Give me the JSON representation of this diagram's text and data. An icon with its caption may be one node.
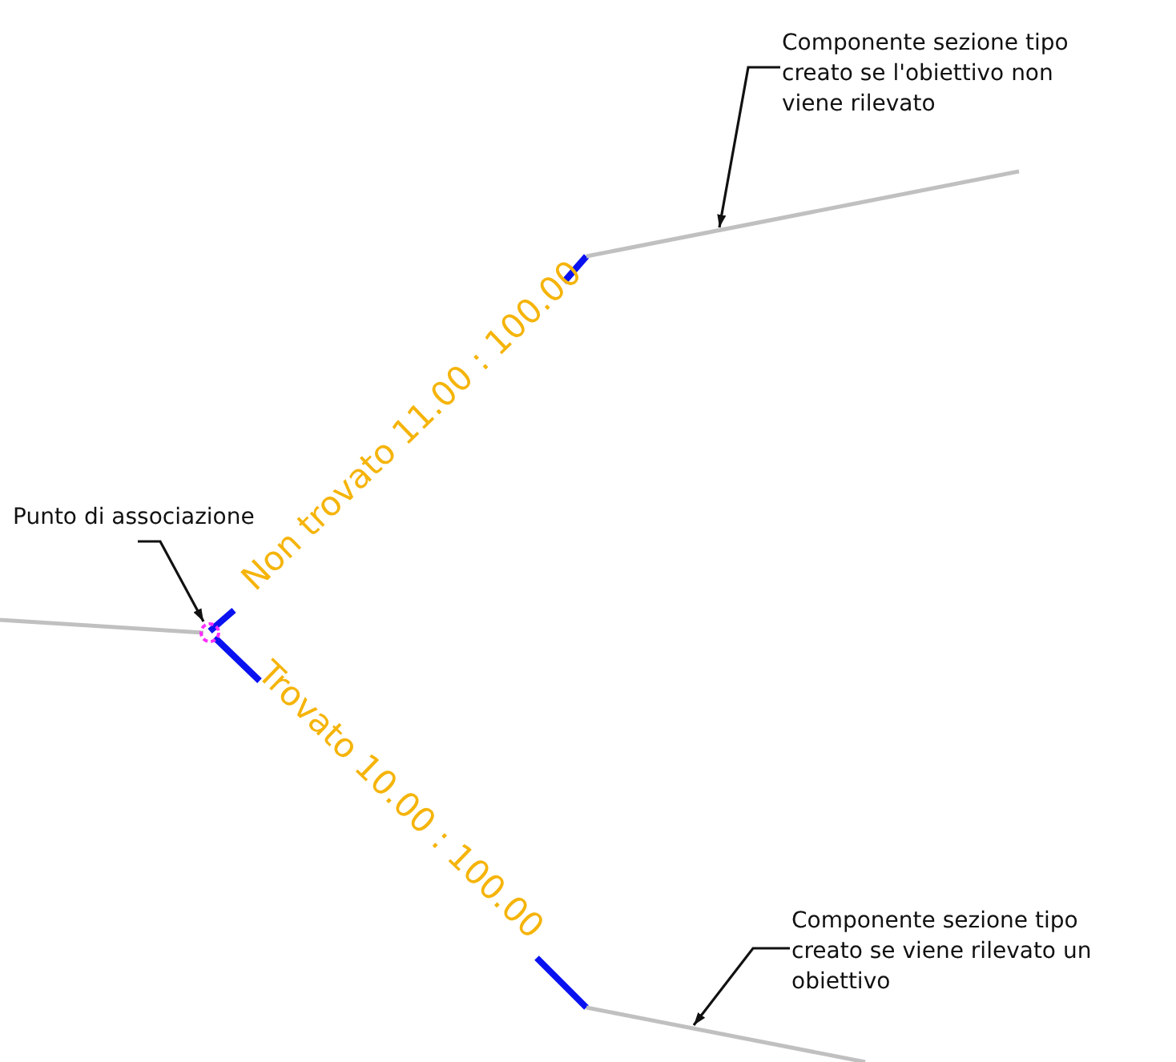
{
  "diagram": {
    "nodes": [
      {
        "text": [
          "Componente sezione tipo creato se l'obiettivo non viene rilevato"
        ]
      },
      {
        "text": [],
        "shape": "line"
      },
      {
        "text": [
          "Punto di associazione"
        ]
      },
      {
        "text": [],
        "shape": "circle"
      },
      {
        "text": [
          "Componente sezione tipo creato se viene rilevato un obiettivo"
        ]
      },
      {
        "text": [],
        "shape": "line"
      }
    ],
    "edges": [
      {
        "from": 0,
        "to": 1,
        "arrow": "to"
      },
      {
        "from": 2,
        "to": 3,
        "arrow": "to"
      },
      {
        "from": 4,
        "to": 5,
        "arrow": "to"
      }
    ],
    "labels": [
      "Non trovato 11.00 : 100.00",
      "Trovato 10.00 : 100.00"
    ]
  }
}
